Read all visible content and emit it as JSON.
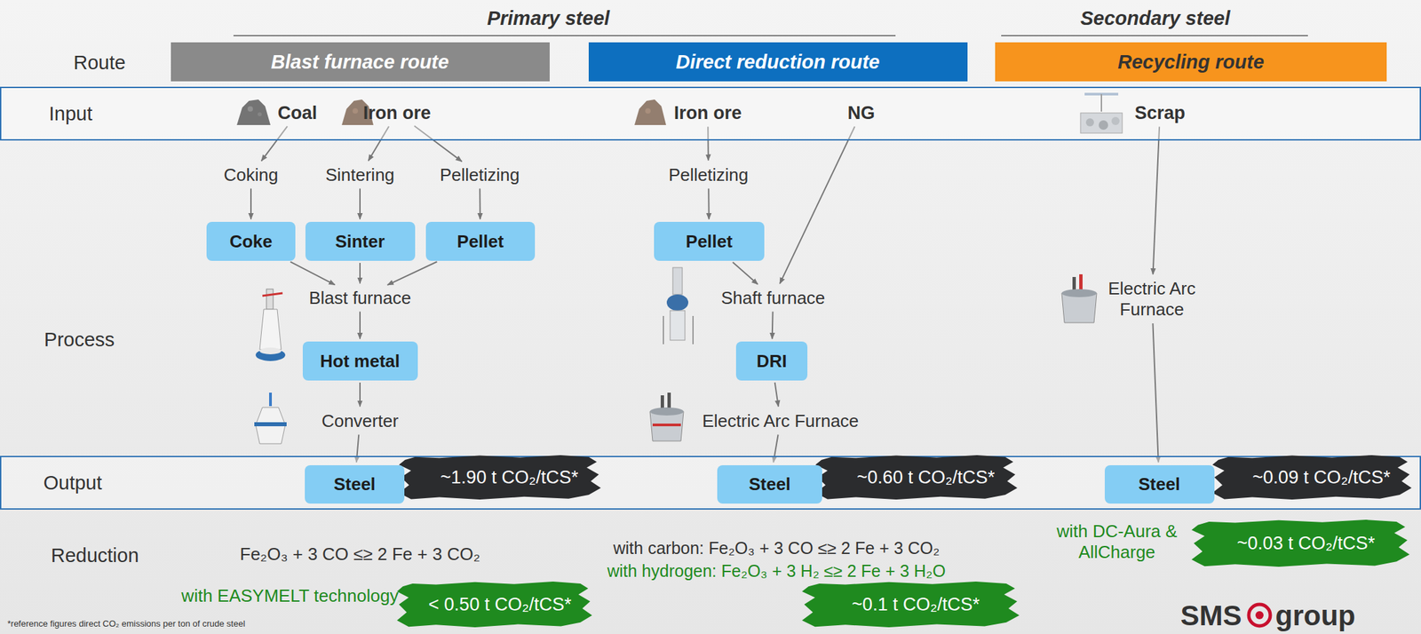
{
  "diagram": {
    "nodes": [
      {
        "text": [
          "Blast furnace route"
        ]
      },
      {
        "text": [
          "Direct reduction route"
        ]
      },
      {
        "text": [
          "Recycling route"
        ]
      },
      {
        "text": [
          "Input"
        ]
      },
      {
        "text": [
          "Coal"
        ],
        "in": 3
      },
      {
        "text": [
          "Iron ore"
        ],
        "in": 3
      },
      {
        "text": [
          "Iron ore"
        ],
        "in": 3
      },
      {
        "text": [
          "NG"
        ],
        "in": 3
      },
      {
        "text": [
          "Scrap"
        ],
        "in": 3
      },
      {
        "text": [
          "Coking"
        ]
      },
      {
        "text": [
          "Sintering"
        ]
      },
      {
        "text": [
          "Pelletizing"
        ]
      },
      {
        "text": [
          "Pelletizing"
        ]
      },
      {
        "text": [
          "Coke"
        ]
      },
      {
        "text": [
          "Sinter"
        ]
      },
      {
        "text": [
          "Pellet"
        ]
      },
      {
        "text": [
          "Pellet"
        ]
      },
      {
        "text": [
          "Blast furnace"
        ]
      },
      {
        "text": [
          "Shaft furnace"
        ]
      },
      {
        "text": [
          "Electric Arc Furnace"
        ]
      },
      {
        "text": [
          "Hot metal"
        ]
      },
      {
        "text": [
          "DRI"
        ]
      },
      {
        "text": [
          "Converter"
        ]
      },
      {
        "text": [
          "Electric Arc Furnace"
        ]
      },
      {
        "text": [
          "Output"
        ]
      },
      {
        "text": [
          "Steel"
        ],
        "in": 24
      },
      {
        "text": [
          "~1.90 t CO₂/tCS*"
        ],
        "in": 24
      },
      {
        "text": [
          "Steel"
        ],
        "in": 24
      },
      {
        "text": [
          "~0.60 t CO₂/tCS*"
        ],
        "in": 24
      },
      {
        "text": [
          "Steel"
        ],
        "in": 24
      },
      {
        "text": [
          "~0.09 t CO₂/tCS*"
        ],
        "in": 24
      },
      {
        "text": [
          "< 0.50 t CO₂/tCS*"
        ]
      },
      {
        "text": [
          "~0.1 t CO₂/tCS*"
        ]
      },
      {
        "text": [
          "~0.03 t CO₂/tCS*"
        ]
      }
    ],
    "edges": [
      {
        "from": 4,
        "to": 9,
        "arrow": "to"
      },
      {
        "from": 5,
        "to": 10,
        "arrow": "to"
      },
      {
        "from": 5,
        "to": 11,
        "arrow": "to"
      },
      {
        "from": 9,
        "to": 13,
        "arrow": "to"
      },
      {
        "from": 10,
        "to": 14,
        "arrow": "to"
      },
      {
        "from": 11,
        "to": 15,
        "arrow": "to"
      },
      {
        "from": 13,
        "to": 17,
        "arrow": "to"
      },
      {
        "from": 14,
        "to": 17,
        "arrow": "to"
      },
      {
        "from": 15,
        "to": 17,
        "arrow": "to"
      },
      {
        "from": 17,
        "to": 20,
        "arrow": "to"
      },
      {
        "from": 20,
        "to": 22,
        "arrow": "to"
      },
      {
        "from": 22,
        "to": 25,
        "arrow": "to"
      },
      {
        "from": 6,
        "to": 12,
        "arrow": "to"
      },
      {
        "from": 12,
        "to": 16,
        "arrow": "to"
      },
      {
        "from": 16,
        "to": 18,
        "arrow": "to"
      },
      {
        "from": 7,
        "to": 18,
        "arrow": "to"
      },
      {
        "from": 18,
        "to": 21,
        "arrow": "to"
      },
      {
        "from": 21,
        "to": 23,
        "arrow": "to"
      },
      {
        "from": 23,
        "to": 27,
        "arrow": "to"
      },
      {
        "from": 8,
        "to": 19,
        "arrow": "to"
      },
      {
        "from": 19,
        "to": 29,
        "arrow": "to"
      }
    ],
    "labels": [
      "Primary steel",
      "Secondary steel",
      "Route",
      "Process",
      "Reduction",
      "Fe₂O₃ + 3 CO ≤≥ 2 Fe + 3 CO₂",
      "with carbon: Fe₂O₃ + 3 CO ≤≥ 2 Fe + 3 CO₂",
      "with hydrogen: Fe₂O₃ + 3 H₂ ≤≥ 2 Fe + 3 H₂O",
      "with EASYMELT technology",
      "with DC-Aura & AllCharge",
      "*reference figures direct CO₂ emissions per ton of crude steel",
      "SMS",
      "group"
    ]
  }
}
